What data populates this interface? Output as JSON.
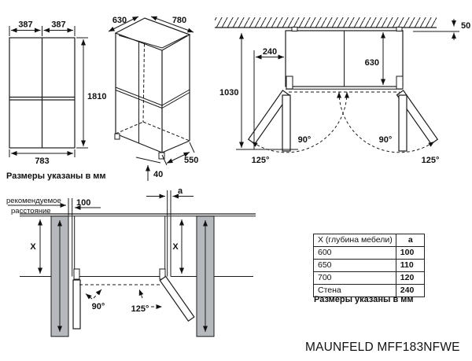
{
  "colors": {
    "line": "#1a1a1a",
    "furniture_fill": "#b5b9bd"
  },
  "front_view": {
    "width_left": "387",
    "width_right": "387",
    "height": "1810",
    "width_total": "783",
    "note": "Размеры указаны в мм"
  },
  "side_view": {
    "depth": "630",
    "width": "780",
    "depth_bottom": "550",
    "base_height": "40"
  },
  "plan_view": {
    "wall_gap": "50",
    "side_clearance": "240",
    "depth": "630",
    "total_depth": "1030",
    "angle_90_left": "90°",
    "angle_125_left": "125°",
    "angle_90_right": "90°",
    "angle_125_right": "125°"
  },
  "clearance_view": {
    "label_line1": "рекомендуемое",
    "label_line2": "расстояние",
    "left_gap": "100",
    "right_gap": "a",
    "depth_left": "X",
    "depth_right": "X",
    "angle_90": "90°",
    "angle_125": "125°"
  },
  "table": {
    "header": {
      "x": "X (глубина мебели)",
      "a": "a"
    },
    "rows": [
      {
        "x": "600",
        "a": "100"
      },
      {
        "x": "650",
        "a": "110"
      },
      {
        "x": "700",
        "a": "120"
      },
      {
        "x": "Стена",
        "a": "240"
      }
    ],
    "note": "Размеры указаны в мм"
  },
  "footer": {
    "model": "MAUNFELD MFF183NFWE"
  }
}
